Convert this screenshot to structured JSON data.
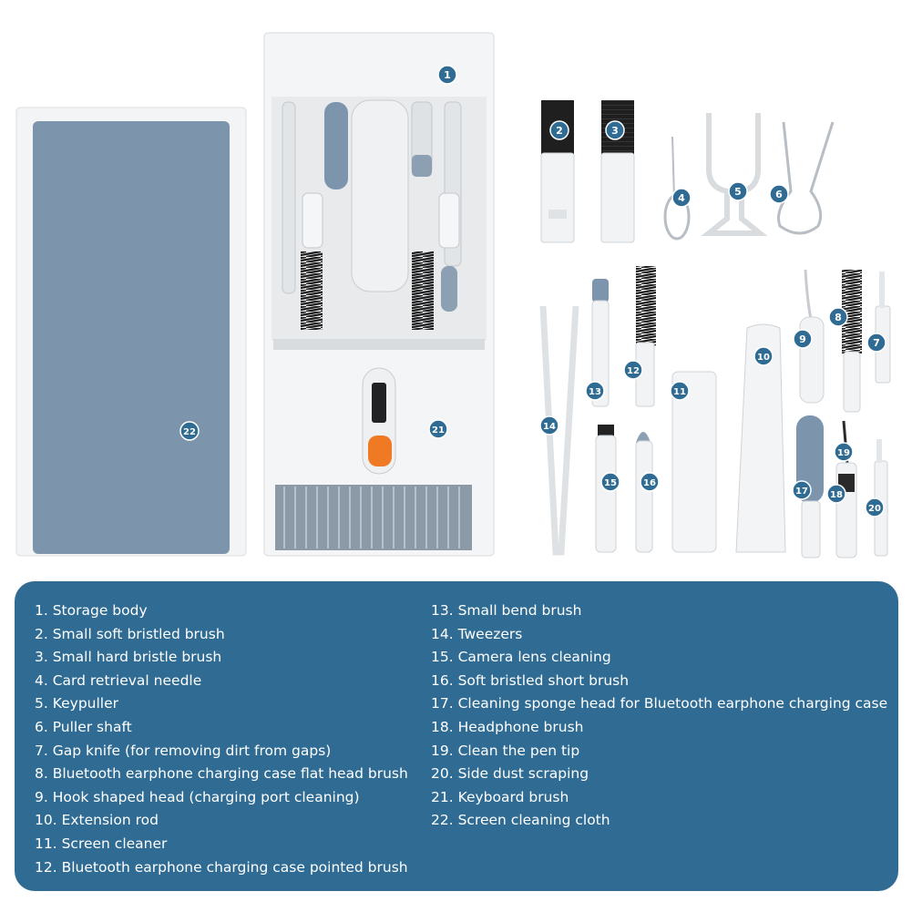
{
  "colors": {
    "panel": "#2f6b92",
    "badge": "#2f6b92",
    "cloth": "#7d95ac",
    "bristle_dark": "#1f1f1f",
    "accent_orange": "#f07a24"
  },
  "labels": [
    "1",
    "2",
    "3",
    "4",
    "5",
    "6",
    "7",
    "8",
    "9",
    "10",
    "11",
    "12",
    "13",
    "14",
    "15",
    "16",
    "17",
    "18",
    "19",
    "20",
    "21",
    "22"
  ],
  "legend": {
    "left": [
      "1. Storage body",
      "2. Small soft bristled brush",
      "3. Small hard bristle brush",
      "4. Card retrieval needle",
      "5. Keypuller",
      "6. Puller shaft",
      "7. Gap knife (for removing dirt from gaps)",
      "8. Bluetooth earphone charging case flat head brush",
      "9. Hook shaped head (charging port cleaning)",
      "10. Extension rod",
      "11. Screen cleaner",
      "12. Bluetooth earphone charging case pointed brush"
    ],
    "right": [
      "13. Small bend brush",
      "14. Tweezers",
      "15. Camera lens cleaning",
      "16. Soft bristled short brush",
      "17. Cleaning sponge head for Bluetooth earphone charging case",
      "18. Headphone brush",
      "19. Clean the pen tip",
      "20. Side dust scraping",
      "21. Keyboard brush",
      "22. Screen cleaning cloth"
    ]
  }
}
